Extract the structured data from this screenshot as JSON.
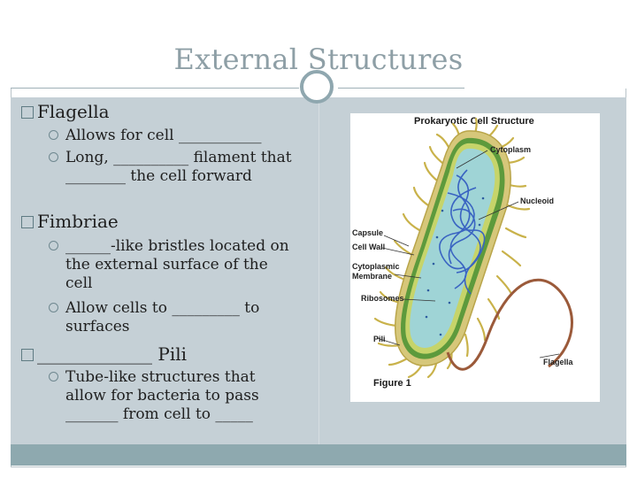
{
  "slide": {
    "title": "External Structures",
    "bullets": [
      {
        "label": "Flagella",
        "sub": [
          "Allows for cell ___________",
          "Long, __________ filament that ________ the cell forward"
        ]
      },
      {
        "label": "Fimbriae",
        "sub": [
          "______-like bristles located on the external surface of the cell",
          "Allow cells to _________ to surfaces"
        ]
      },
      {
        "label": "_____________ Pili",
        "sub": [
          "Tube-like structures that allow for bacteria to pass _______ from cell to _____"
        ]
      }
    ]
  },
  "figure": {
    "title": "Prokaryotic Cell Structure",
    "caption": "Figure 1",
    "labels": {
      "capsule": "Capsule",
      "cell_wall": "Cell Wall",
      "cytoplasmic_membrane_1": "Cytoplasmic",
      "cytoplasmic_membrane_2": "Membrane",
      "ribosomes": "Ribosomes",
      "pili": "Pili",
      "cytoplasm": "Cytoplasm",
      "nucleoid": "Nucleoid",
      "flagella": "Flagella"
    }
  },
  "colors": {
    "title": "#8e9fa6",
    "content_bg": "#c5d0d6",
    "footer_bar": "#8ea9af",
    "accent_ring": "#8fa7af"
  }
}
